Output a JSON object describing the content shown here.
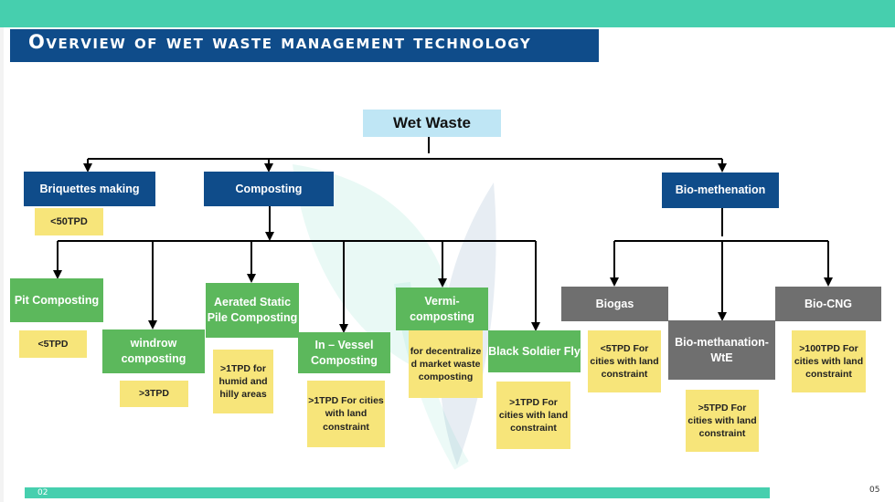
{
  "title": "Overview of wet waste management technology",
  "root": "Wet Waste",
  "level1": {
    "briquettes": "Briquettes making",
    "composting": "Composting",
    "biomethanation": "Bio-methenation"
  },
  "briquettes_capacity": "<50TPD",
  "composting_methods": {
    "pit": "Pit Composting",
    "windrow": "windrow composting",
    "aerated": "Aerated Static Pile Composting",
    "invessel": "In – Vessel Composting",
    "vermi": "Vermi-composting",
    "bsf": "Black Soldier Fly"
  },
  "composting_notes": {
    "pit": "<5TPD",
    "windrow": ">3TPD",
    "aerated": ">1TPD for humid and hilly areas",
    "invessel": ">1TPD For cities with land constraint",
    "vermi": "for decentralize d market waste composting",
    "bsf": ">1TPD For cities with land constraint"
  },
  "biomethanation_methods": {
    "biogas": "Biogas",
    "wte": "Bio-methanation-WtE",
    "biocng": "Bio-CNG"
  },
  "biomethanation_notes": {
    "biogas": "<5TPD For cities with land constraint",
    "wte": ">5TPD For cities with land constraint",
    "biocng": ">100TPD For cities with land constraint"
  },
  "footer": {
    "left": "02",
    "page": "05"
  },
  "colors": {
    "teal": "#46cfae",
    "navy": "#0f4c8a",
    "green": "#5cb85c",
    "gray": "#6f6f6f",
    "yellow": "#f7e57a",
    "root_fill": "#bfe6f5"
  }
}
